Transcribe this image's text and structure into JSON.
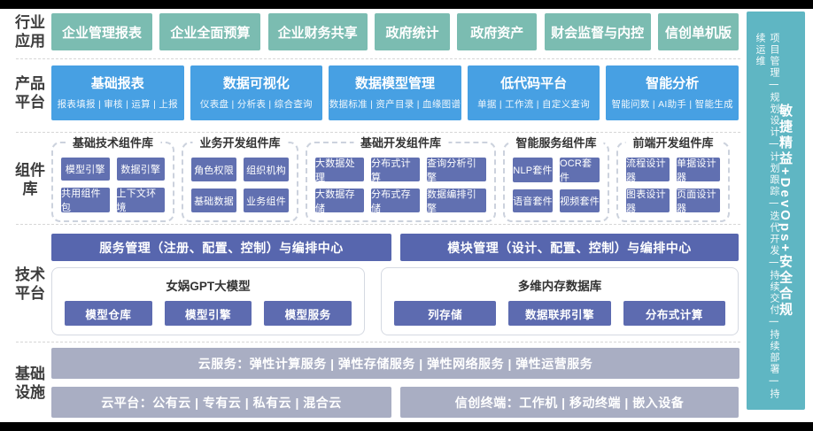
{
  "colors": {
    "industry_teal": "#7bbcb1",
    "product_blue": "#47a0e3",
    "component_indigo": "#6170b1",
    "tech_indigo": "#5766ae",
    "infra_gray": "#a9aec3",
    "sidebar_teal": "#5fb6c3"
  },
  "sections": {
    "industry": {
      "label": "行业应用",
      "items": [
        "企业管理报表",
        "企业全面预算",
        "企业财务共享",
        "政府统计",
        "政府资产",
        "财会监督与内控",
        "信创单机版"
      ]
    },
    "product": {
      "label": "产品平台",
      "items": [
        {
          "title": "基础报表",
          "subtitle": "报表填报 | 审核 | 运算 | 上报"
        },
        {
          "title": "数据可视化",
          "subtitle": "仪表盘 | 分析表 | 综合查询"
        },
        {
          "title": "数据模型管理",
          "subtitle": "数据标准 | 资产目录 | 血缘图谱"
        },
        {
          "title": "低代码平台",
          "subtitle": "单据 | 工作流 | 自定义查询"
        },
        {
          "title": "智能分析",
          "subtitle": "智能问数 | AI助手 | 智能生成"
        }
      ]
    },
    "components": {
      "label": "组件库",
      "groups": [
        {
          "title": "基础技术组件库",
          "items": [
            "模型引擎",
            "数据引擎",
            "共用组件包",
            "上下文环境"
          ]
        },
        {
          "title": "业务开发组件库",
          "items": [
            "角色权限",
            "组织机构",
            "基础数据",
            "业务组件"
          ]
        },
        {
          "title": "基础开发组件库",
          "items": [
            "大数据处理",
            "分布式计算",
            "查询分析引擎",
            "大数据存储",
            "分布式存储",
            "数据编排引擎"
          ]
        },
        {
          "title": "智能服务组件库",
          "items": [
            "NLP套件",
            "OCR套件",
            "语音套件",
            "视频套件"
          ]
        },
        {
          "title": "前端开发组件库",
          "items": [
            "流程设计器",
            "单据设计器",
            "图表设计器",
            "页面设计器"
          ]
        }
      ]
    },
    "tech": {
      "label": "技术平台",
      "bars": [
        "服务管理（注册、配置、控制）与编排中心",
        "模块管理（设计、配置、控制）与编排中心"
      ],
      "boxes": [
        {
          "title": "女娲GPT大模型",
          "items": [
            "模型仓库",
            "模型引擎",
            "模型服务"
          ]
        },
        {
          "title": "多维内存数据库",
          "items": [
            "列存储",
            "数据联邦引擎",
            "分布式计算"
          ]
        }
      ]
    },
    "infra": {
      "label": "基础设施",
      "rows": [
        "云服务：弹性计算服务 | 弹性存储服务 | 弹性网络服务 | 弹性运营服务",
        "云平台：公有云 | 专有云 | 私有云 | 混合云",
        "信创终端：工作机 | 移动终端 | 嵌入设备"
      ]
    }
  },
  "sidebar": {
    "main": "敏捷精益+DevOps+安全合规",
    "steps": "项目管理 | 规划设计 | 计划跟踪 | 迭代开发 | 持续交付 | 持续部署 | 持续运维"
  }
}
